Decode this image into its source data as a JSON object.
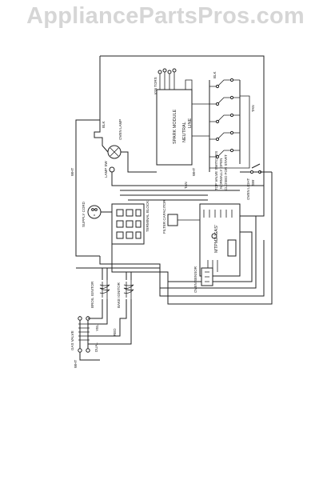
{
  "watermark": "AppliancePartsPros.com",
  "labels": {
    "ign_top": "IGN TORS",
    "spark_module": "SPARK MODULE",
    "neutral": "NEUTRAL",
    "line": "LINE",
    "blk": "BLK",
    "wht": "WHT",
    "tan": "TAN",
    "oven_lamp": "OVEN LAMP",
    "lamp_switch": "LAMP SW",
    "top_valve_sw": "TOP VALVE SWITCHES",
    "top_valve_sw2": "NORMALLY OPEN",
    "top_valve_sw3": "CLOSED FOR START",
    "supply_cord": "SUPPLY CORD",
    "terminal_block": "TERMINAL BLOCK",
    "filter_cap": "FILTER CAPACITOR",
    "oven_light": "OVEN LIGHT",
    "oven_light2": "SW",
    "oven_sensor": "OVEN SENSOR",
    "mtpmz_gas": "MTPMZ 'GAS'",
    "broil_igniter": "BROIL IGNITOR",
    "bake_igniter": "BAKE IGNITOR",
    "gas_valve": "GAS VALVE",
    "gas_valve2": "DUAL",
    "red": "RED",
    "yel": "YEL",
    "grn": "GRN"
  }
}
